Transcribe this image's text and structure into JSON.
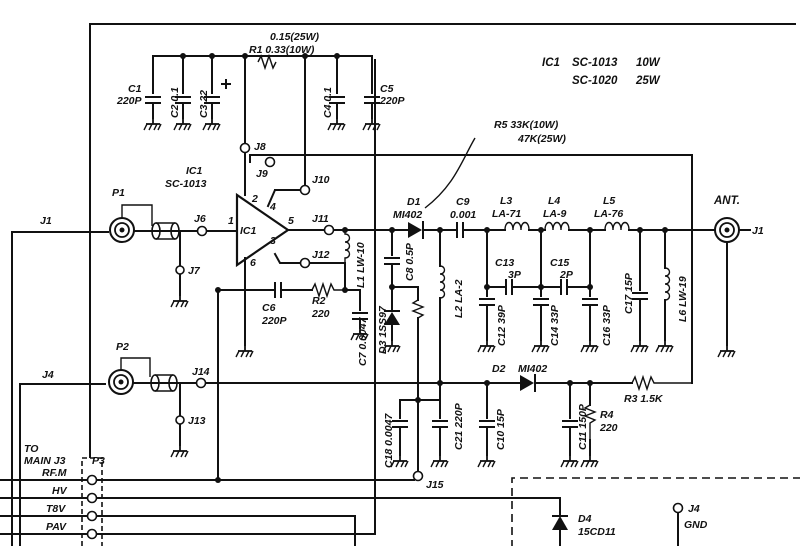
{
  "ic_note": {
    "ic1_label": "IC1",
    "rows": [
      {
        "part": "SC-1013",
        "power": "10W"
      },
      {
        "part": "SC-1020",
        "power": "25W"
      }
    ]
  },
  "labels": {
    "r1_top": "0.15(25W)",
    "r1_bottom": "R1  0.33(10W)",
    "c1": "C1",
    "c1_val": "220P",
    "c2": "C2 0.1",
    "c3": "C3 22",
    "c4": "C4 0.1",
    "c5": "C5",
    "c5_val": "220P",
    "ic1": "IC1",
    "ic1_part": "SC-1013",
    "ic1_body": "IC1",
    "pin1": "1",
    "pin2": "2",
    "pin3": "3",
    "pin4": "4",
    "pin5": "5",
    "pin6": "6",
    "j1_left": "J1",
    "p1": "P1",
    "j6": "J6",
    "j7": "J7",
    "j8": "J8",
    "j9": "J9",
    "j10": "J10",
    "j11": "J11",
    "j12": "J12",
    "c6": "C6",
    "c6_val": "220P",
    "r2": "R2",
    "r2_val": "220",
    "l1": "L1 LW-10",
    "c7": "C7 0.0047",
    "r5_a": "R5  33K(10W)",
    "r5_b": "47K(25W)",
    "d1": "D1",
    "d1_part": "MI402",
    "c9": "C9",
    "c9_val": "0.001",
    "c8": "C8 0.5P",
    "d3": "D3 1SS97",
    "l2": "L2 LA-2",
    "l3": "L3",
    "l3_part": "LA-71",
    "l4": "L4",
    "l4_part": "LA-9",
    "l5": "L5",
    "l5_part": "LA-76",
    "c13": "C13",
    "c13_val": "3P",
    "c15": "C15",
    "c15_val": "2P",
    "c12": "C12 39P",
    "c14": "C14 33P",
    "c16": "C16 33P",
    "c17": "C17 15P",
    "l6": "L6 LW-19",
    "ant": "ANT.",
    "j1_right": "J1",
    "p2": "P2",
    "j4_left": "J4",
    "j14": "J14",
    "j13": "J13",
    "d2": "D2",
    "d2_part": "MI402",
    "r3": "R3 1.5K",
    "r4": "R4",
    "r4_val": "220",
    "c18": "C18 0.0047",
    "c21": "C21 220P",
    "c10": "C10 15P",
    "c11": "C11 150P",
    "j15": "J15",
    "to": "TO",
    "main_j3": "MAIN J3",
    "p3": "P3",
    "rfm": "RF.M",
    "hv": "HV",
    "t8v": "T8V",
    "pav": "PAV",
    "d4": "D4",
    "d4_part": "15CD11",
    "j4_right": "J4",
    "gnd": "GND"
  }
}
